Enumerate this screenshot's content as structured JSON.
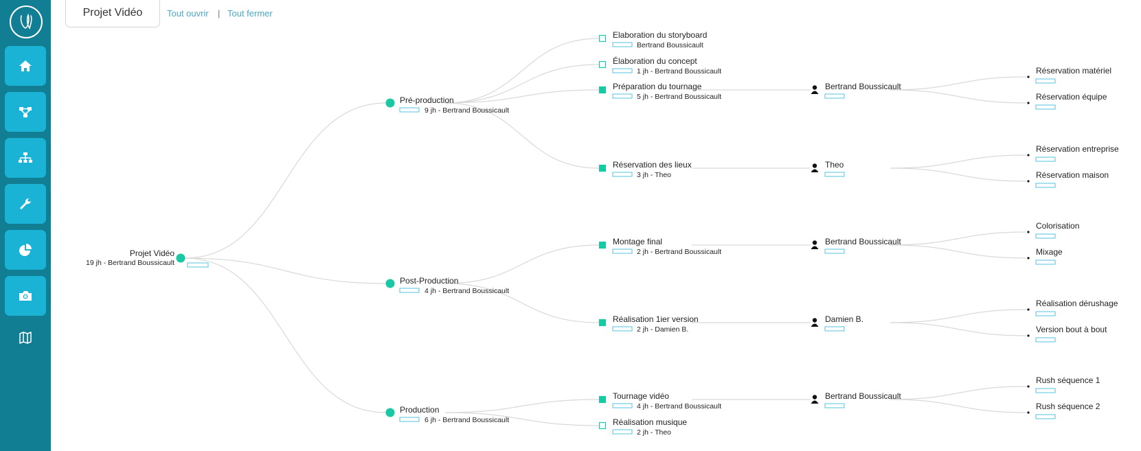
{
  "sidebar": {
    "items": [
      {
        "name": "home",
        "icon": "home-icon"
      },
      {
        "name": "workflow",
        "icon": "workflow-icon"
      },
      {
        "name": "hierarchy",
        "icon": "hierarchy-icon"
      },
      {
        "name": "tools",
        "icon": "wrench-icon"
      },
      {
        "name": "reports",
        "icon": "pie-chart-icon"
      },
      {
        "name": "media",
        "icon": "camera-icon"
      },
      {
        "name": "map",
        "icon": "map-icon"
      }
    ]
  },
  "header": {
    "tab_label": "Projet Vidéo",
    "open_all": "Tout ouvrir",
    "separator": "|",
    "close_all": "Tout fermer"
  },
  "colors": {
    "accent": "#1ac9a3",
    "sidebar": "#117e93",
    "nav_button": "#1ab3d6",
    "link": "#4aa8c4",
    "link_line": "#d9d9d9"
  },
  "tree": {
    "root": {
      "label": "Projet Vidéo",
      "sub": "19 jh - Bertrand Boussicault"
    },
    "phases": [
      {
        "label": "Pré-production",
        "sub": "9 jh - Bertrand Boussicault",
        "tasks": [
          {
            "label": "Elaboration du storyboard",
            "sub": "Bertrand Boussicault",
            "filled": false,
            "assignee": null
          },
          {
            "label": "Élaboration du concept",
            "sub": "1 jh - Bertrand Boussicault",
            "filled": false,
            "assignee": null
          },
          {
            "label": "Préparation du tournage",
            "sub": "5 jh - Bertrand Boussicault",
            "filled": true,
            "assignee": {
              "name": "Bertrand Boussicault",
              "items": [
                "Réservation matériel",
                "Réservation équipe"
              ]
            }
          },
          {
            "label": "Réservation des lieux",
            "sub": "3 jh - Theo",
            "filled": true,
            "assignee": {
              "name": "Theo",
              "items": [
                "Réservation entreprise",
                "Réservation maison"
              ]
            }
          }
        ]
      },
      {
        "label": "Post-Production",
        "sub": "4 jh - Bertrand Boussicault",
        "tasks": [
          {
            "label": "Montage final",
            "sub": "2 jh - Bertrand Boussicault",
            "filled": true,
            "assignee": {
              "name": "Bertrand Boussicault",
              "items": [
                "Colorisation",
                "Mixage"
              ]
            }
          },
          {
            "label": "Réalisation 1ier version",
            "sub": "2 jh - Damien B.",
            "filled": true,
            "assignee": {
              "name": "Damien B.",
              "items": [
                "Réalisation dérushage",
                "Version bout à bout"
              ]
            }
          }
        ]
      },
      {
        "label": "Production",
        "sub": "6 jh - Bertrand Boussicault",
        "tasks": [
          {
            "label": "Tournage vidéo",
            "sub": "4 jh - Bertrand Boussicault",
            "filled": true,
            "assignee": {
              "name": "Bertrand Boussicault",
              "items": [
                "Rush séquence 1",
                "Rush séquence 2"
              ]
            }
          },
          {
            "label": "Réalisation musique",
            "sub": "2 jh - Theo",
            "filled": false,
            "assignee": null
          }
        ]
      }
    ]
  }
}
